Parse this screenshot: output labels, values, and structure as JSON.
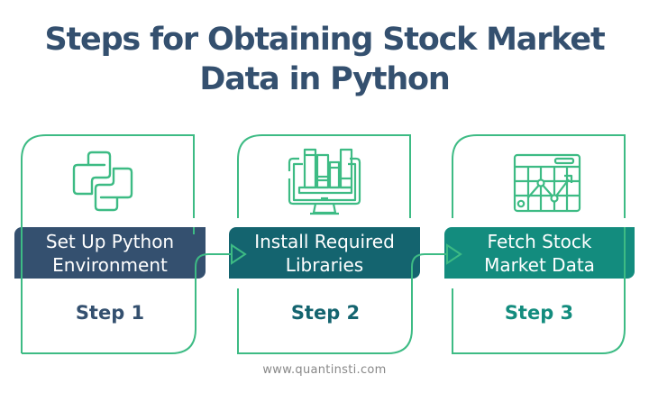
{
  "title": {
    "line1": "Steps for Obtaining Stock Market",
    "line2": "Data in Python"
  },
  "colors": {
    "title": "#34506f",
    "frame": "#3dbb84",
    "step1": "#34506f",
    "step2": "#14646f",
    "step3": "#138c7e",
    "footer": "#888888"
  },
  "steps": [
    {
      "icon": "python-logo-icon",
      "banner_line1": "Set Up Python",
      "banner_line2": "Environment",
      "label": "Step 1"
    },
    {
      "icon": "library-books-monitor-icon",
      "banner_line1": "Install Required",
      "banner_line2": "Libraries",
      "label": "Step 2"
    },
    {
      "icon": "stock-chart-icon",
      "banner_line1": "Fetch Stock",
      "banner_line2": "Market Data",
      "label": "Step 3"
    }
  ],
  "footer": {
    "url": "www.quantinsti.com"
  }
}
